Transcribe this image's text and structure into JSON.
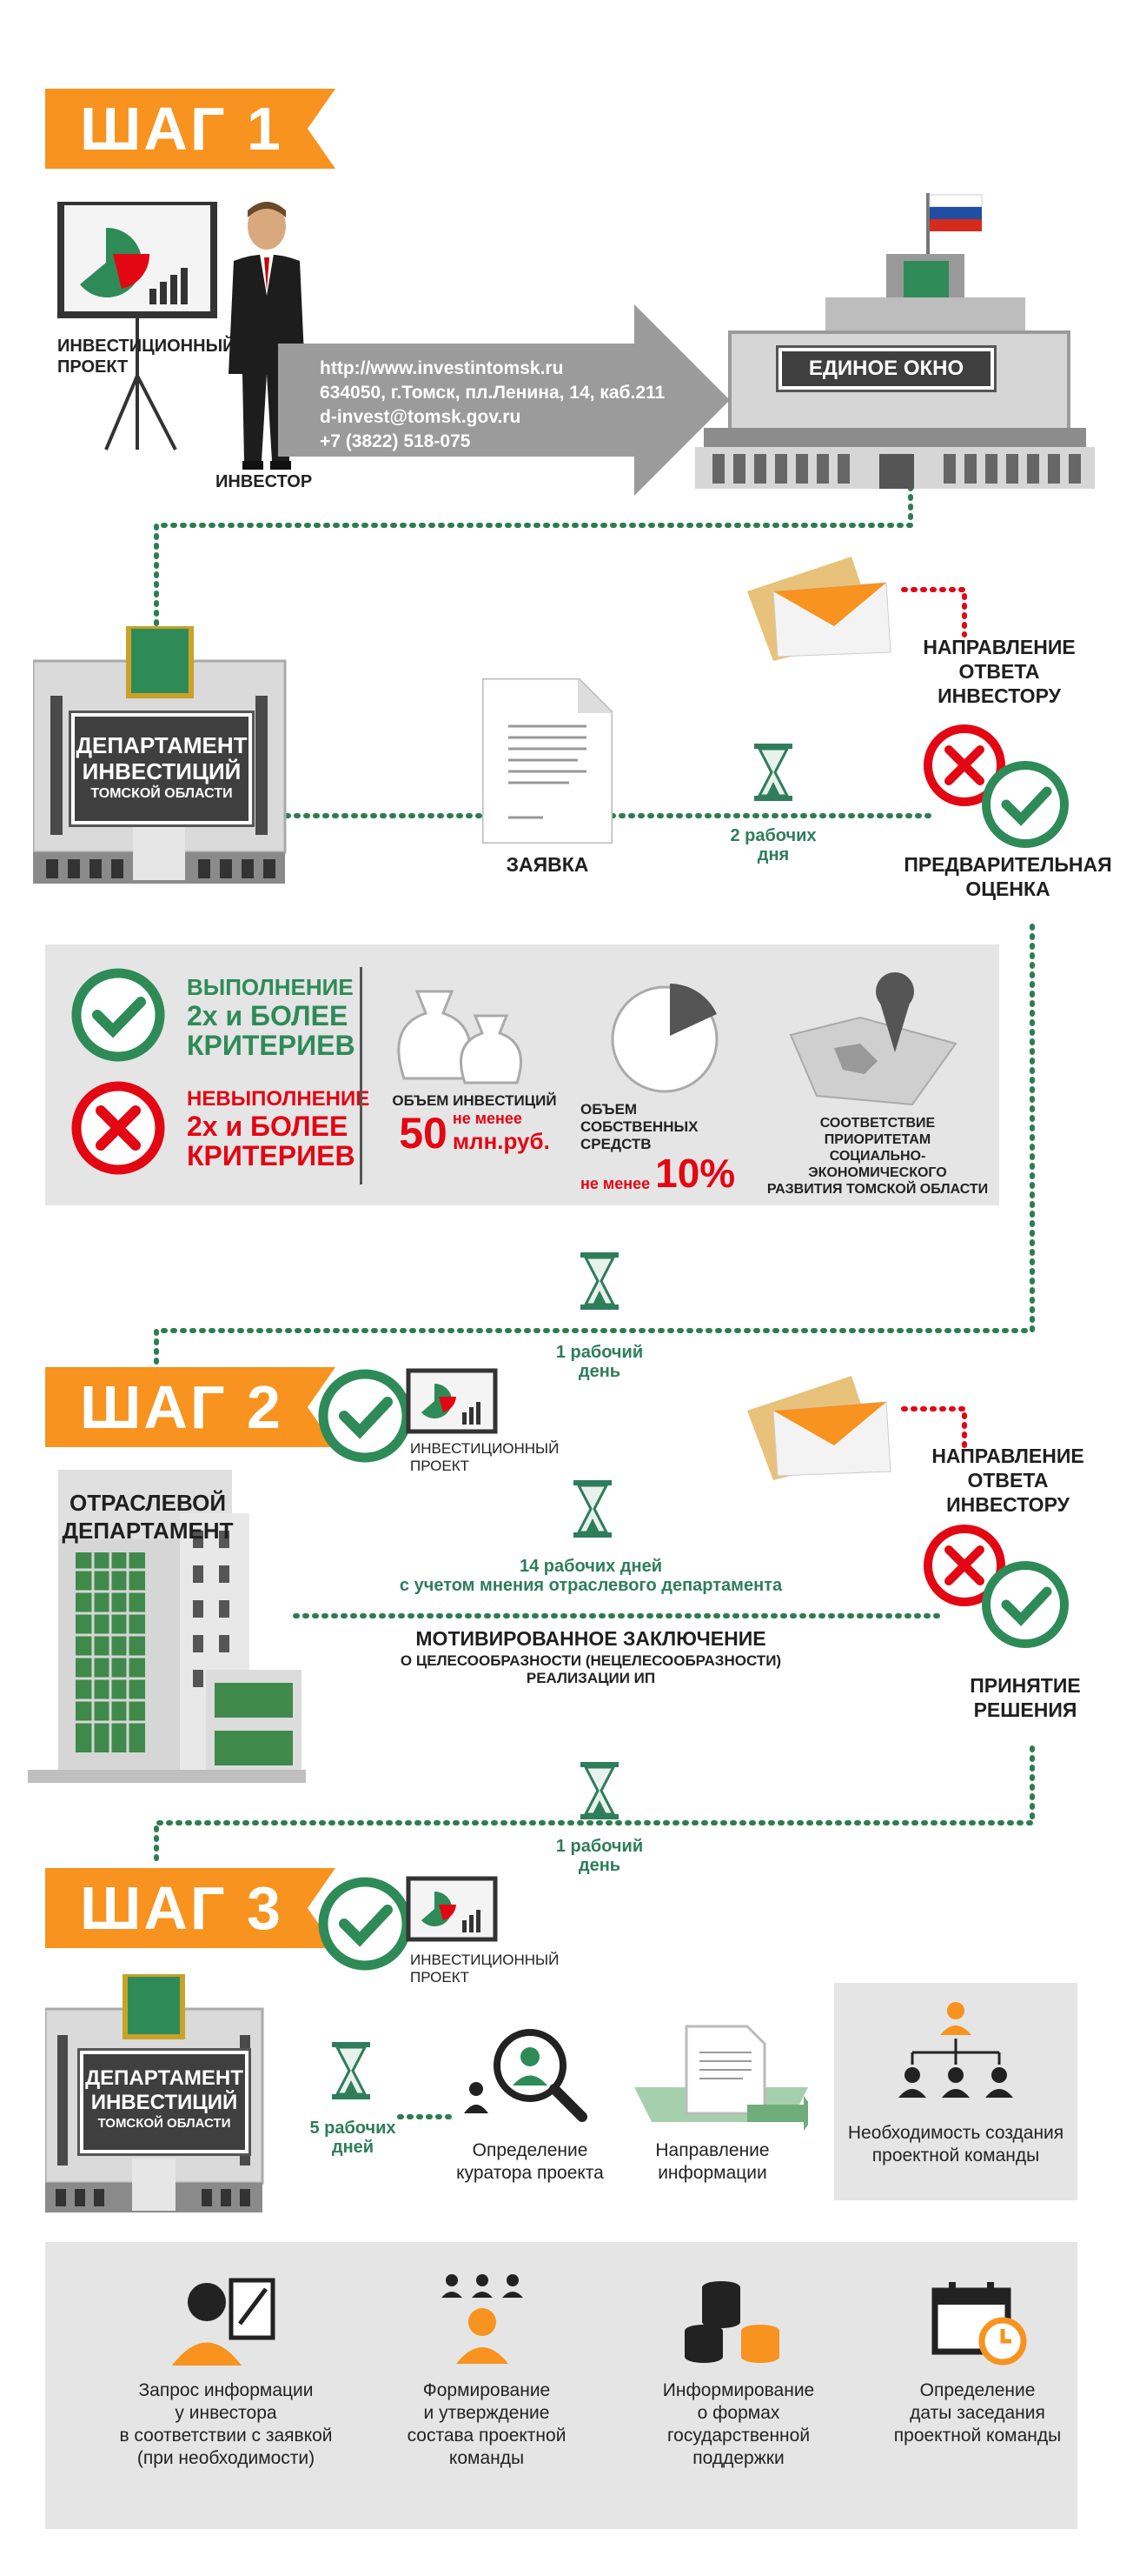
{
  "steps": {
    "s1": "ШАГ 1",
    "s2": "ШАГ 2",
    "s3": "ШАГ 3"
  },
  "step1": {
    "project_label": "ИНВЕСТИЦИОННЫЙ\nПРОЕКТ",
    "investor_label": "ИНВЕСТОР",
    "contacts": [
      "http://www.investintomsk.ru",
      "634050, г.Томск, пл.Ленина, 14, каб.211",
      "d-invest@tomsk.gov.ru",
      "+7 (3822) 518-075"
    ],
    "window_label": "ЕДИНОЕ ОКНО",
    "dept_title": "ДЕПАРТАМЕНТ\nИНВЕСТИЦИЙ",
    "dept_sub": "ТОМСКОЙ ОБЛАСТИ",
    "application_label": "ЗАЯВКА",
    "days_1": "2 рабочих\nдня",
    "reply_label": "НАПРАВЛЕНИЕ\nОТВЕТА ИНВЕСТОРУ",
    "assessment_label": "ПРЕДВАРИТЕЛЬНАЯ\nОЦЕНКА"
  },
  "criteria": {
    "pass_line1": "ВЫПОЛНЕНИЕ",
    "pass_line2": "2х и БОЛЕЕ\nКРИТЕРИЕВ",
    "fail_line1": "НЕВЫПОЛНЕНИЕ",
    "fail_line2": "2х и БОЛЕЕ\nКРИТЕРИЕВ",
    "inv_title": "ОБЪЕМ ИНВЕСТИЦИЙ",
    "inv_num": "50",
    "inv_min": "не менее",
    "inv_unit": "млн.руб.",
    "own_title": "ОБЪЕМ\nСОБСТВЕННЫХ СРЕДСТВ",
    "own_min": "не менее",
    "own_num": "10%",
    "priority": "СООТВЕТСТВИЕ\nПРИОРИТЕТАМ\nСОЦИАЛЬНО-ЭКОНОМИЧЕСКОГО\nРАЗВИТИЯ ТОМСКОЙ ОБЛАСТИ"
  },
  "step2": {
    "days_a": "1 рабочий\nдень",
    "project_label": "ИНВЕСТИЦИОННЫЙ\nПРОЕКТ",
    "branch_dept": "ОТРАСЛЕВОЙ\nДЕПАРТАМЕНТ",
    "days_14": "14 рабочих дней\nс учетом мнения отраслевого департамента",
    "conclusion_title": "МОТИВИРОВАННОЕ ЗАКЛЮЧЕНИЕ",
    "conclusion_sub": "О ЦЕЛЕСООБРАЗНОСТИ (НЕЦЕЛЕСООБРАЗНОСТИ)\nРЕАЛИЗАЦИИ ИП",
    "reply_label": "НАПРАВЛЕНИЕ\nОТВЕТА ИНВЕСТОРУ",
    "decision_label": "ПРИНЯТИЕ\nРЕШЕНИЯ",
    "days_b": "1 рабочий\nдень"
  },
  "step3": {
    "project_label": "ИНВЕСТИЦИОННЫЙ\nПРОЕКТ",
    "dept_title": "ДЕПАРТАМЕНТ\nИНВЕСТИЦИЙ",
    "dept_sub": "ТОМСКОЙ ОБЛАСТИ",
    "days_5": "5 рабочих\nдней",
    "curator": "Определение\nкуратора проекта",
    "send_info": "Направление\nинформации",
    "team_need": "Необходимость создания\nпроектной команды",
    "req_info": "Запрос информации\nу инвестора\nв соответствии с заявкой\n(при необходимости)",
    "team_form": "Формирование\nи утверждение\nсостава проектной\nкоманды",
    "support": "Информирование\nо формах\nгосударственной\nподдержки",
    "meeting": "Определение\nдаты заседания\nпроектной команды"
  },
  "colors": {
    "orange": "#f7931e",
    "green": "#2e8b57",
    "red": "#e30613",
    "dots": "#2e7d4f",
    "reddots": "#e30613"
  }
}
